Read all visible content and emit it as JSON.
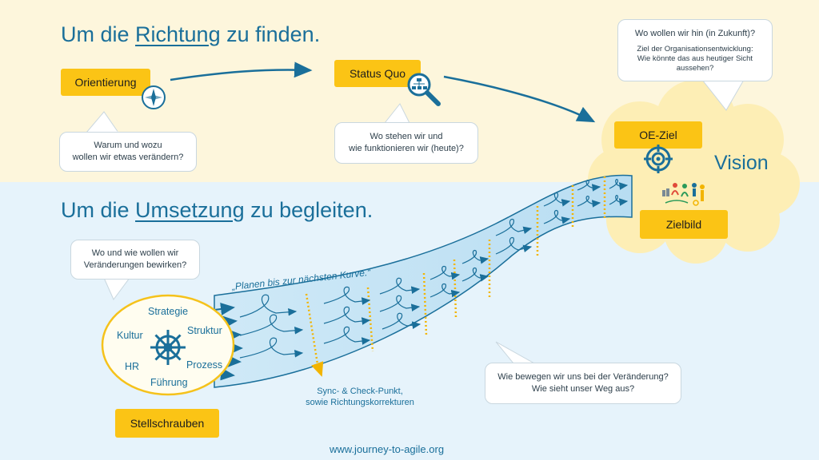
{
  "headings": {
    "top_prefix": "Um die ",
    "top_link": "Richtung",
    "top_suffix": " zu finden.",
    "bottom_prefix": "Um die ",
    "bottom_link": "Umsetzung",
    "bottom_suffix": " zu begleiten."
  },
  "steps": {
    "orientierung": "Orientierung",
    "status_quo": "Status Quo",
    "oe_ziel": "OE-Ziel",
    "zielbild": "Zielbild",
    "vision": "Vision",
    "stellschrauben": "Stellschrauben"
  },
  "bubbles": {
    "orientierung_q1": "Warum und wozu",
    "orientierung_q2": "wollen wir etwas verändern?",
    "status_q1": "Wo stehen wir und",
    "status_q2": "wie funktionieren wir (heute)?",
    "vision_q1": "Wo wollen wir hin (in Zukunft)?",
    "vision_q2": "Ziel der Organisationsentwicklung:",
    "vision_q3": "Wie könnte das aus heutiger Sicht",
    "vision_q4": "aussehen?",
    "umsetzung_q1": "Wo und wie wollen wir",
    "umsetzung_q2": "Veränderungen bewirken?",
    "weg_q1": "Wie bewegen wir uns bei der Veränderung?",
    "weg_q2": "Wie sieht unser Weg aus?"
  },
  "helm_labels": {
    "strategie": "Strategie",
    "kultur": "Kultur",
    "struktur": "Struktur",
    "hr": "HR",
    "prozess": "Prozess",
    "fuehrung": "Führung"
  },
  "notes": {
    "planen": "„Planen bis zur nächsten Kurve.“",
    "sync1": "Sync- & Check-Punkt,",
    "sync2": "sowie Richtungskorrekturen"
  },
  "footer": "www.journey-to-agile.org",
  "icons": [
    "compass-icon",
    "org-chart-magnifier-icon",
    "target-icon",
    "ships-wheel-icon",
    "people-vision-icon"
  ],
  "colors": {
    "accent_yellow": "#fbc415",
    "brand_blue": "#1a6f9a",
    "top_band": "#fdf6dc",
    "bottom_band": "#e6f3fb"
  }
}
